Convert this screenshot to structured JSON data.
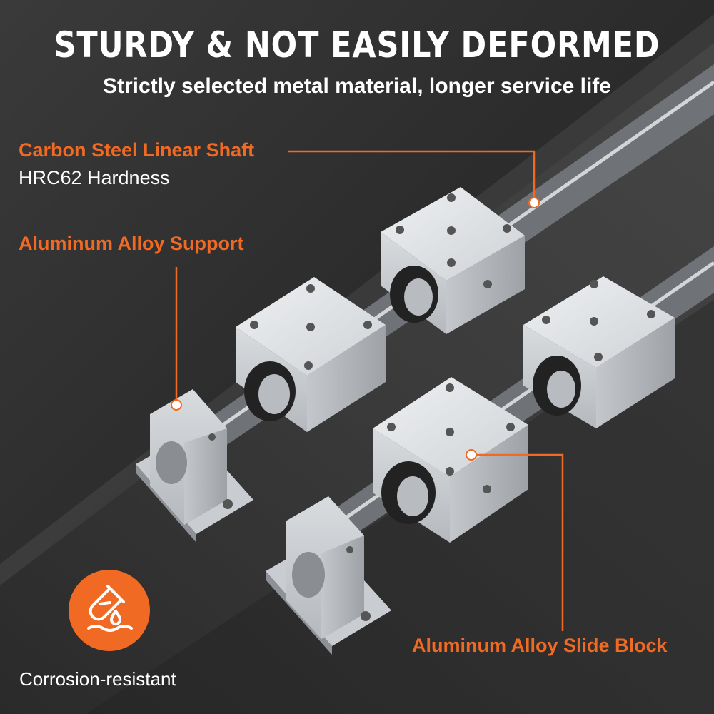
{
  "headline": "STURDY & NOT EASILY DEFORMED",
  "subheadline": "Strictly selected metal material, longer service life",
  "callouts": {
    "shaft": {
      "title": "Carbon Steel Linear Shaft",
      "subtitle": "HRC62 Hardness"
    },
    "support": {
      "title": "Aluminum Alloy Support"
    },
    "slide": {
      "title": "Aluminum Alloy Slide Block"
    }
  },
  "badge": {
    "icon": "test-tube-droplet-icon",
    "label": "Corrosion-resistant"
  },
  "colors": {
    "accent": "#f06a23",
    "background": "#2e2e2e",
    "text": "#ffffff",
    "metal": "#c9ccd1"
  }
}
